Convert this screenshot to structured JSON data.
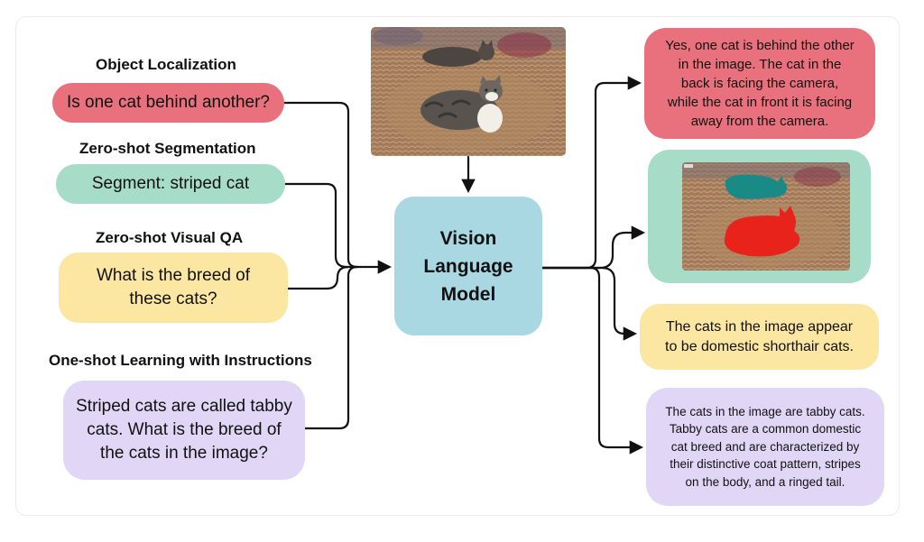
{
  "tasks": [
    {
      "heading": "Object Localization",
      "prompt_lines": [
        "Is one cat behind another?"
      ]
    },
    {
      "heading": "Zero-shot Segmentation",
      "prompt_lines": [
        "Segment: striped cat"
      ]
    },
    {
      "heading": "Zero-shot Visual QA",
      "prompt_lines": [
        "What is the breed of",
        "these cats?"
      ]
    },
    {
      "heading": "One-shot Learning with Instructions",
      "prompt_lines": [
        "Striped cats are called tabby",
        "cats. What is the breed of",
        "the cats in the image?"
      ]
    }
  ],
  "model": {
    "label_lines": [
      "Vision",
      "Language",
      "Model"
    ]
  },
  "answers": {
    "localization": [
      "Yes, one cat is behind the other",
      "in the image. The cat in the",
      "back is facing the camera,",
      "while the cat in front it is facing",
      "away from the camera."
    ],
    "visual_qa": [
      "The cats in the image appear",
      "to be domestic shorthair cats."
    ],
    "one_shot": [
      "The cats in the image are tabby cats.",
      "Tabby cats are a common domestic",
      "cat breed and are characterized by",
      "their distinctive coat pattern,  stripes",
      "on the body, and a ringed tail."
    ]
  },
  "colors": {
    "localization": "#e9717d",
    "segmentation": "#a6dcc8",
    "visual_qa": "#fbe6a2",
    "one_shot": "#e2d6f6",
    "model": "#a9d7e2",
    "mask_striped_cat": "#e8231c",
    "mask_other_cat": "#1a8a86"
  }
}
